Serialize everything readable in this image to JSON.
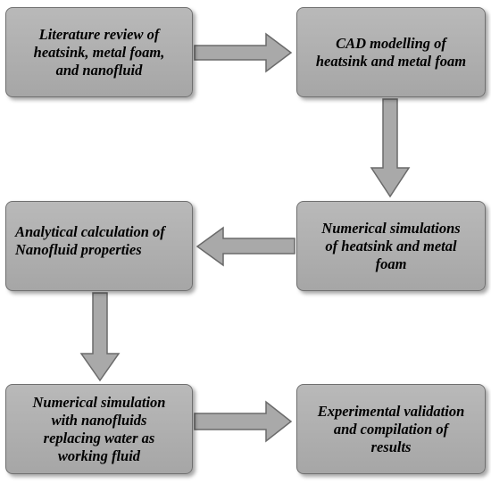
{
  "steps": {
    "step1": [
      "Literature review of",
      "heatsink, metal foam,",
      "and nanofluid"
    ],
    "step2": [
      "CAD modelling of",
      "heatsink and metal foam"
    ],
    "step3": [
      "Numerical simulations",
      "of heatsink and metal",
      "foam"
    ],
    "step4": [
      "Analytical calculation of",
      "Nanofluid properties"
    ],
    "step5": [
      "Numerical simulation",
      "with nanofluids",
      "replacing water as",
      "working fluid"
    ],
    "step6": [
      "Experimental validation",
      "and compilation of",
      "results"
    ]
  },
  "colors": {
    "box_fill": "#b0b0b0",
    "arrow_fill": "#a9a9a9",
    "arrow_stroke": "#6a6a6a"
  }
}
